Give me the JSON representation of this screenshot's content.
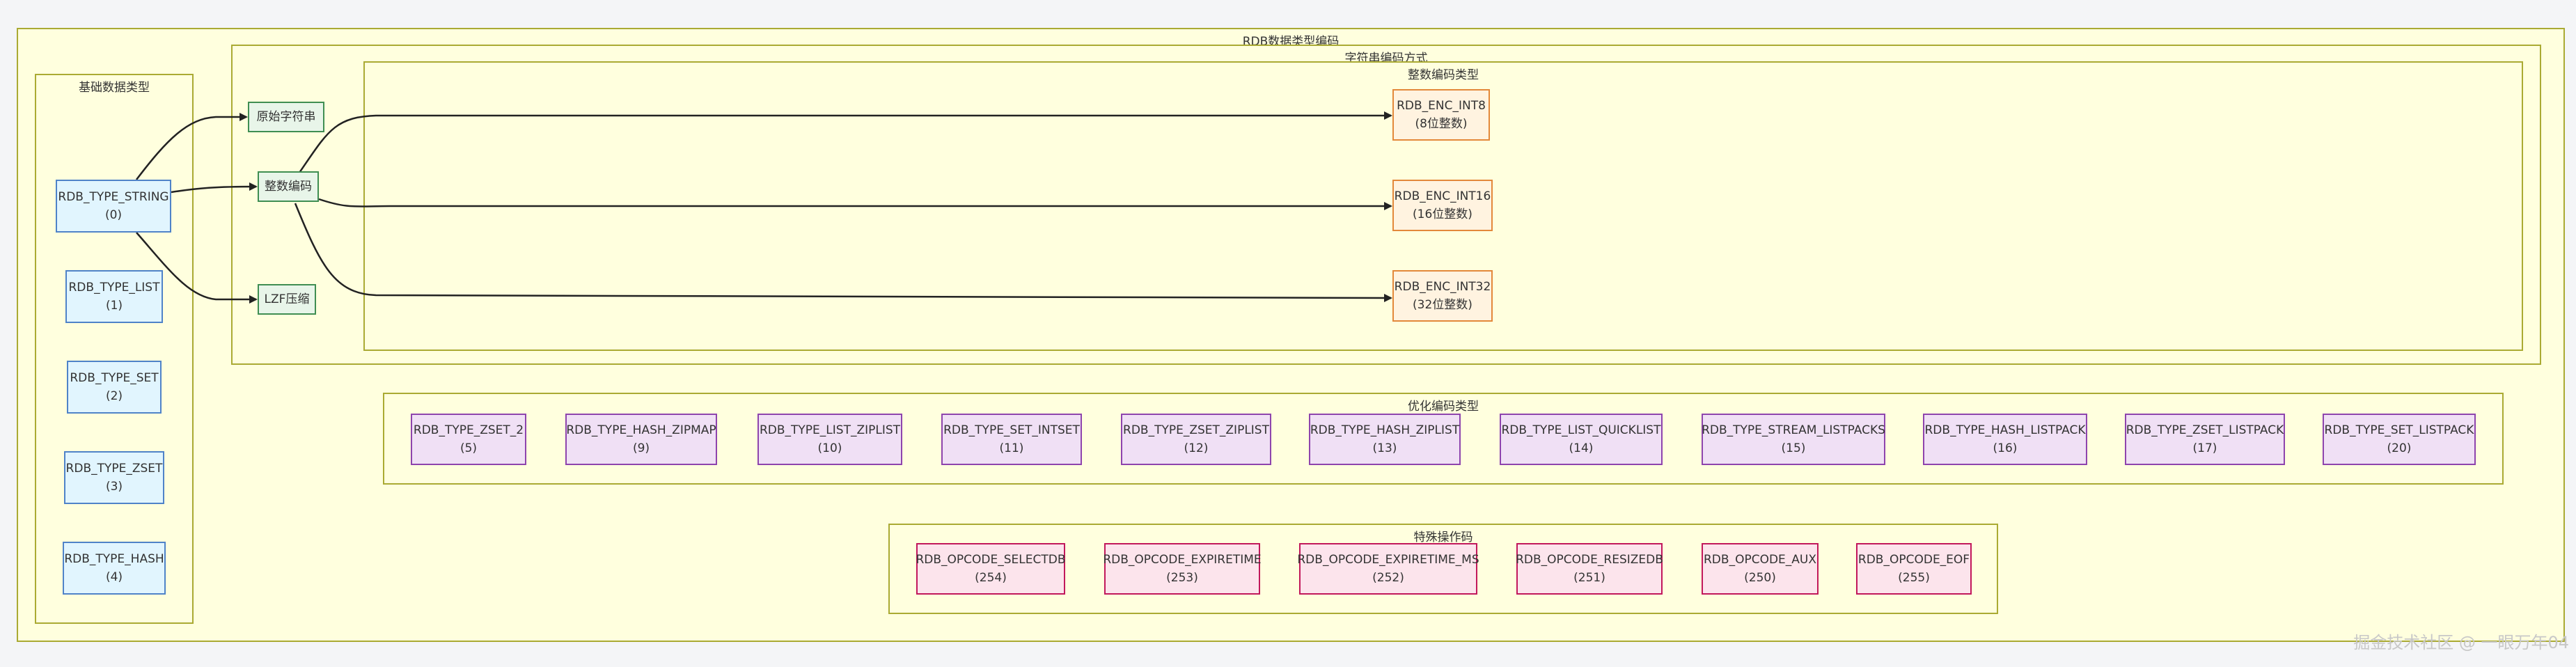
{
  "diagram": {
    "root_title": "RDB数据类型编码",
    "basic": {
      "title": "基础数据类型",
      "nodes": [
        {
          "name": "RDB_TYPE_STRING",
          "code": "(0)"
        },
        {
          "name": "RDB_TYPE_LIST",
          "code": "(1)"
        },
        {
          "name": "RDB_TYPE_SET",
          "code": "(2)"
        },
        {
          "name": "RDB_TYPE_ZSET",
          "code": "(3)"
        },
        {
          "name": "RDB_TYPE_HASH",
          "code": "(4)"
        }
      ]
    },
    "string_enc": {
      "title": "字符串编码方式",
      "nodes": [
        "原始字符串",
        "整数编码",
        "LZF压缩"
      ]
    },
    "int_enc": {
      "title": "整数编码类型",
      "nodes": [
        {
          "name": "RDB_ENC_INT8",
          "desc": "(8位整数)"
        },
        {
          "name": "RDB_ENC_INT16",
          "desc": "(16位整数)"
        },
        {
          "name": "RDB_ENC_INT32",
          "desc": "(32位整数)"
        }
      ]
    },
    "optimized": {
      "title": "优化编码类型",
      "nodes": [
        {
          "name": "RDB_TYPE_ZSET_2",
          "code": "(5)"
        },
        {
          "name": "RDB_TYPE_HASH_ZIPMAP",
          "code": "(9)"
        },
        {
          "name": "RDB_TYPE_LIST_ZIPLIST",
          "code": "(10)"
        },
        {
          "name": "RDB_TYPE_SET_INTSET",
          "code": "(11)"
        },
        {
          "name": "RDB_TYPE_ZSET_ZIPLIST",
          "code": "(12)"
        },
        {
          "name": "RDB_TYPE_HASH_ZIPLIST",
          "code": "(13)"
        },
        {
          "name": "RDB_TYPE_LIST_QUICKLIST",
          "code": "(14)"
        },
        {
          "name": "RDB_TYPE_STREAM_LISTPACKS",
          "code": "(15)"
        },
        {
          "name": "RDB_TYPE_HASH_LISTPACK",
          "code": "(16)"
        },
        {
          "name": "RDB_TYPE_ZSET_LISTPACK",
          "code": "(17)"
        },
        {
          "name": "RDB_TYPE_SET_LISTPACK",
          "code": "(20)"
        }
      ]
    },
    "opcodes": {
      "title": "特殊操作码",
      "nodes": [
        {
          "name": "RDB_OPCODE_SELECTDB",
          "code": "(254)"
        },
        {
          "name": "RDB_OPCODE_EXPIRETIME",
          "code": "(253)"
        },
        {
          "name": "RDB_OPCODE_EXPIRETIME_MS",
          "code": "(252)"
        },
        {
          "name": "RDB_OPCODE_RESIZEDB",
          "code": "(251)"
        },
        {
          "name": "RDB_OPCODE_AUX",
          "code": "(250)"
        },
        {
          "name": "RDB_OPCODE_EOF",
          "code": "(255)"
        }
      ]
    },
    "edges": [
      {
        "from": "RDB_TYPE_STRING",
        "to": "原始字符串"
      },
      {
        "from": "RDB_TYPE_STRING",
        "to": "整数编码"
      },
      {
        "from": "RDB_TYPE_STRING",
        "to": "LZF压缩"
      },
      {
        "from": "整数编码",
        "to": "RDB_ENC_INT8"
      },
      {
        "from": "整数编码",
        "to": "RDB_ENC_INT16"
      },
      {
        "from": "整数编码",
        "to": "RDB_ENC_INT32"
      }
    ],
    "colors": {
      "cluster_fill": "#ffffde",
      "cluster_border": "#aaaa33",
      "basic_fill": "#e1f5fe",
      "basic_border": "#4f83c8",
      "string_fill": "#e8f5e9",
      "string_border": "#3f8e52",
      "int_fill": "#fff3e0",
      "int_border": "#e3883a",
      "opt_fill": "#f0e0f5",
      "opt_border": "#8e44ad",
      "opcode_fill": "#fce4ec",
      "opcode_border": "#c2185b"
    }
  },
  "watermark": "掘金技术社区 @ 一眼万年04"
}
